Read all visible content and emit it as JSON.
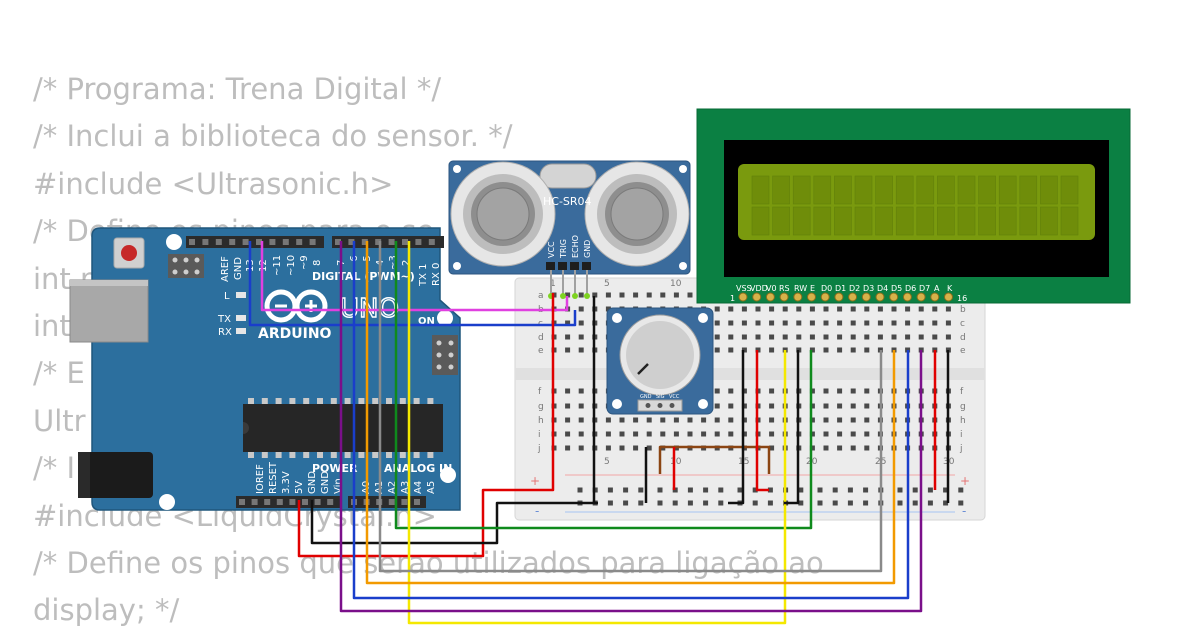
{
  "code_lines": [
    "/* Programa: Trena Digital */",
    "/* Inclui a biblioteca do sensor. */",
    "#include <Ultrasonic.h>",
    "/* Define os pinos para o se",
    "int p",
    "int",
    "/* E                        nos p",
    "Ultr                         pino",
    "/* I                              role",
    "#include <LiquidCrystal.h>",
    "/* Define os pinos que serao utilizados para ligação ao",
    "display; */"
  ],
  "arduino": {
    "brand": "ARDUINO",
    "model": "UNO",
    "digital_label": "DIGITAL (PWM~)",
    "power_label": "POWER",
    "analog_label": "ANALOG IN",
    "on_label": "ON",
    "led_labels": [
      "L",
      "TX",
      "RX"
    ],
    "header_top_labels": [
      "AREF",
      "GND",
      "13",
      "12",
      "~11",
      "~10",
      "~9",
      "8",
      "7",
      "~6",
      "~5",
      "4",
      "~3",
      "2",
      "TX 1",
      "RX 0"
    ],
    "header_bottom_labels": [
      "IOREF",
      "RESET",
      "3.3V",
      "5V",
      "GND",
      "GND",
      "Vin",
      "A0",
      "A1",
      "A2",
      "A3",
      "A4",
      "A5"
    ]
  },
  "sensor": {
    "name": "HC-SR04",
    "pins": [
      "VCC",
      "TRIG",
      "ECHO",
      "GND"
    ]
  },
  "lcd": {
    "pin_labels": [
      "VSS",
      "VDD",
      "V0",
      "RS",
      "RW",
      "E",
      "D0",
      "D1",
      "D2",
      "D3",
      "D4",
      "D5",
      "D6",
      "D7",
      "A",
      "K"
    ],
    "first_pin": "1",
    "last_pin": "16"
  },
  "potentiometer": {
    "pins": [
      "GND",
      "SIG",
      "VCC"
    ]
  },
  "breadboard": {
    "rows_top": [
      "a",
      "b",
      "c",
      "d",
      "e"
    ],
    "rows_bottom": [
      "f",
      "g",
      "h",
      "i",
      "j"
    ],
    "column_numbers": [
      "1",
      "5",
      "10",
      "15",
      "20",
      "25",
      "30"
    ],
    "plus": "+",
    "minus": "-"
  },
  "colors": {
    "board_blue": "#2c6f9e",
    "lcd_green": "#0b8043",
    "lcd_screen": "#7a9a0e",
    "sensor_blue": "#3a6b9c",
    "code_gray": "#bdbdbd"
  }
}
